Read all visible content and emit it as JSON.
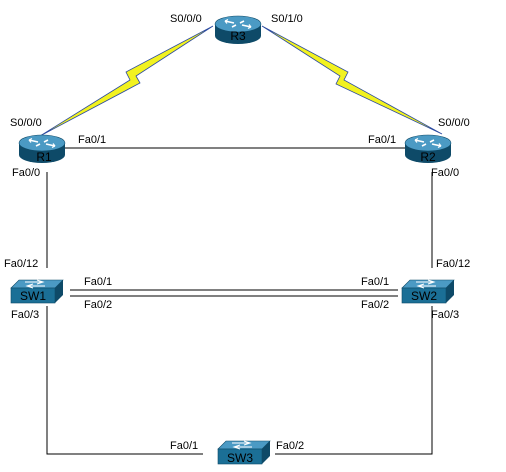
{
  "colors": {
    "device_body": "#1b6f96",
    "device_top": "#4b9ac4",
    "device_dark": "#0e4a68",
    "serial_link": "#f2f21f",
    "serial_outline": "#2b4aa0",
    "ethernet_link": "#000000"
  },
  "devices": {
    "r1": {
      "label": "R1",
      "type": "router"
    },
    "r2": {
      "label": "R2",
      "type": "router"
    },
    "r3": {
      "label": "R3",
      "type": "router"
    },
    "sw1": {
      "label": "SW1",
      "type": "switch"
    },
    "sw2": {
      "label": "SW2",
      "type": "switch"
    },
    "sw3": {
      "label": "SW3",
      "type": "switch"
    }
  },
  "ports": {
    "r3_s000": "S0/0/0",
    "r3_s010": "S0/1/0",
    "r1_s000": "S0/0/0",
    "r1_fa01": "Fa0/1",
    "r1_fa00": "Fa0/0",
    "r2_s000": "S0/0/0",
    "r2_fa01": "Fa0/1",
    "r2_fa00": "Fa0/0",
    "sw1_fa012": "Fa0/12",
    "sw1_fa01": "Fa0/1",
    "sw1_fa02": "Fa0/2",
    "sw1_fa03": "Fa0/3",
    "sw2_fa012": "Fa0/12",
    "sw2_fa01": "Fa0/1",
    "sw2_fa02": "Fa0/2",
    "sw2_fa03": "Fa0/3",
    "sw3_fa01": "Fa0/1",
    "sw3_fa02": "Fa0/2"
  }
}
